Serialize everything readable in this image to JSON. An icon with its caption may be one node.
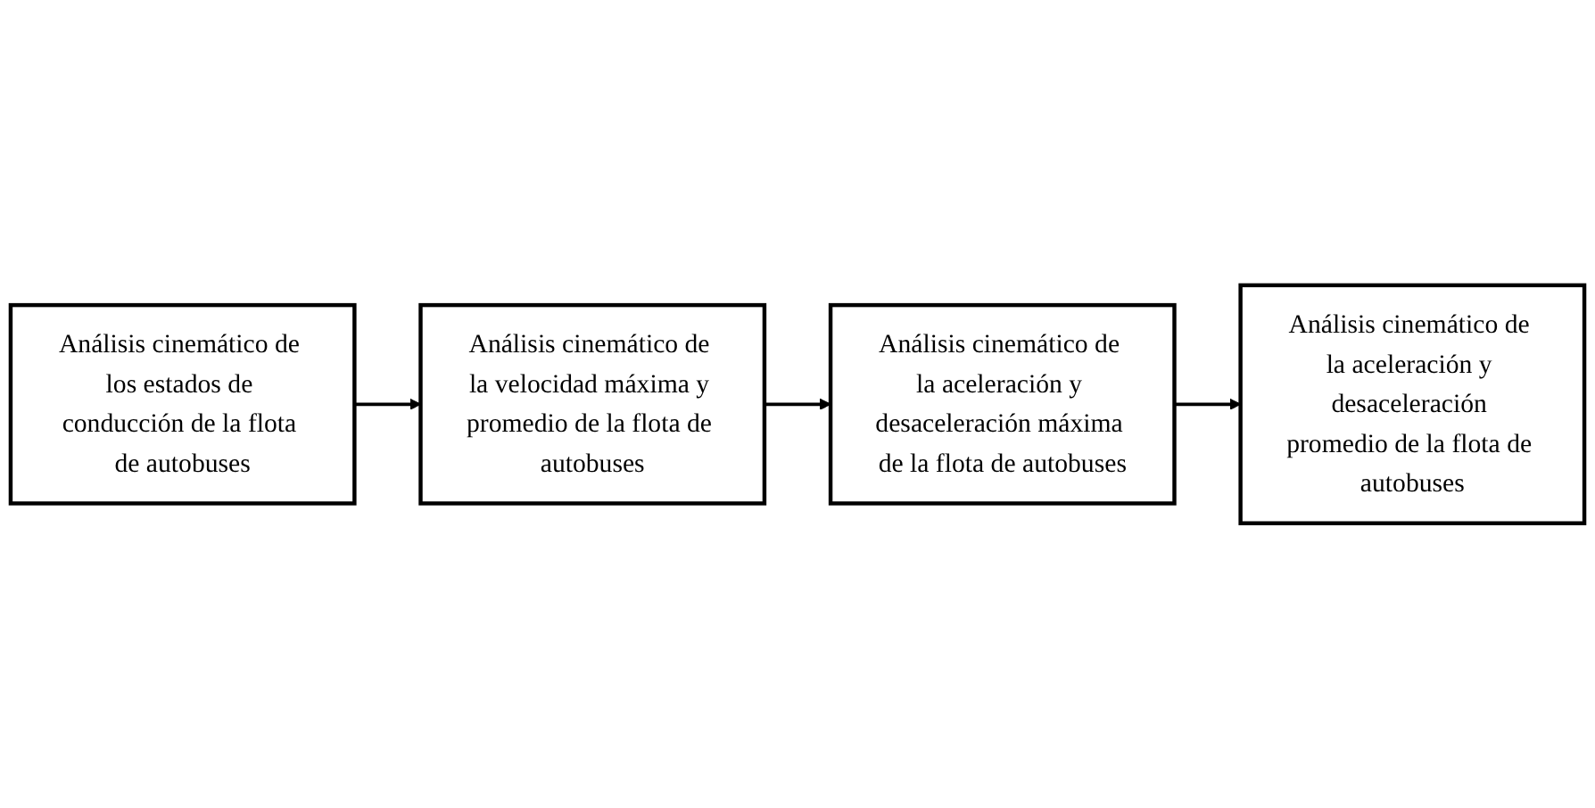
{
  "diagram": {
    "nodes": [
      {
        "text": [
          "Análisis cinemático de los estados de conducción de la flota de autobuses"
        ]
      },
      {
        "text": [
          "Análisis cinemático de la velocidad máxima y promedio de la flota de autobuses"
        ]
      },
      {
        "text": [
          "Análisis cinemático de la aceleración y desaceleración máxima de la flota de autobuses"
        ]
      },
      {
        "text": [
          "Análisis cinemático de la aceleración y desaceleración promedio de la flota de autobuses"
        ]
      }
    ],
    "edges": [
      {
        "from": 0,
        "to": 1,
        "arrow": "to"
      },
      {
        "from": 1,
        "to": 2,
        "arrow": "to"
      },
      {
        "from": 2,
        "to": 3,
        "arrow": "to"
      }
    ]
  }
}
